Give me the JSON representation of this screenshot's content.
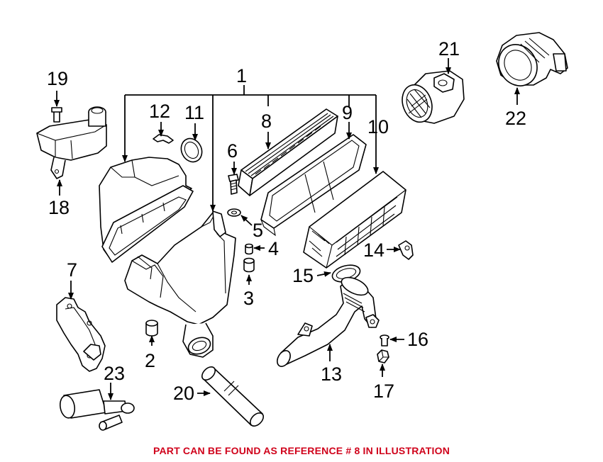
{
  "callouts": [
    "1",
    "2",
    "3",
    "4",
    "5",
    "6",
    "7",
    "8",
    "9",
    "10",
    "11",
    "12",
    "13",
    "14",
    "15",
    "16",
    "17",
    "18",
    "19",
    "20",
    "21",
    "22",
    "23"
  ],
  "footer_note": "PART CAN BE FOUND AS REFERENCE # 8 IN ILLUSTRATION",
  "colors": {
    "note": "#d0021b",
    "ink": "#000000",
    "background": "#ffffff"
  }
}
